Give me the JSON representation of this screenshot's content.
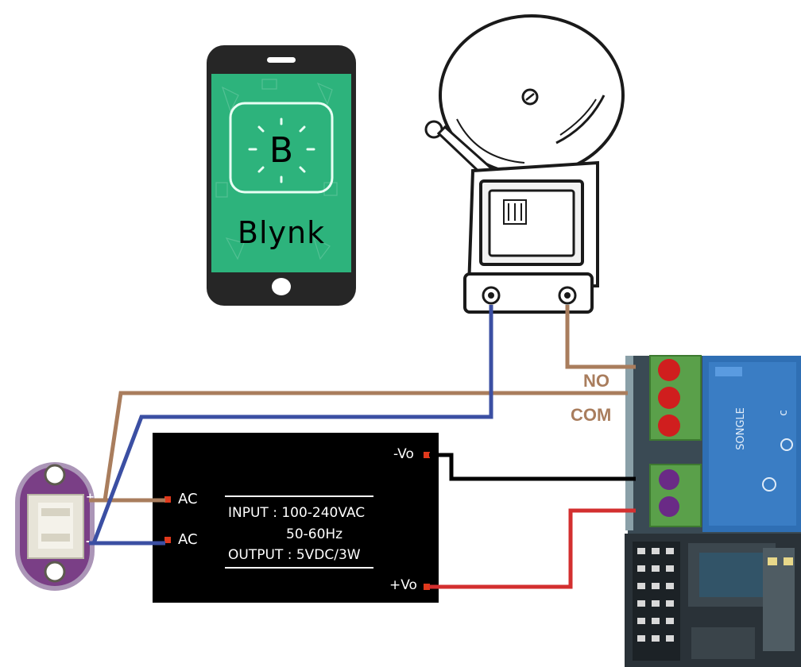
{
  "phone": {
    "app_name": "Blynk",
    "logo_letter": "B",
    "screen_color": "#2db37c"
  },
  "relay": {
    "no_label": "NO",
    "com_label": "COM",
    "brand_mark": "SONGLE"
  },
  "power_supply": {
    "ac_label_1": "AC",
    "ac_label_2": "AC",
    "neg_out_label": "-Vo",
    "pos_out_label": "+Vo",
    "input_line": "INPUT : 100-240VAC",
    "freq_line": "50-60Hz",
    "output_line": "OUTPUT : 5VDC/3W"
  },
  "colors": {
    "brown_wire": "#a97d5d",
    "blue_wire": "#3b4fa3",
    "red_wire": "#d32f2f",
    "black_wire": "#000000",
    "label_color": "#a97d5d",
    "terminal_green": "#5aa04a",
    "connector_purple": "#7a3f86"
  }
}
